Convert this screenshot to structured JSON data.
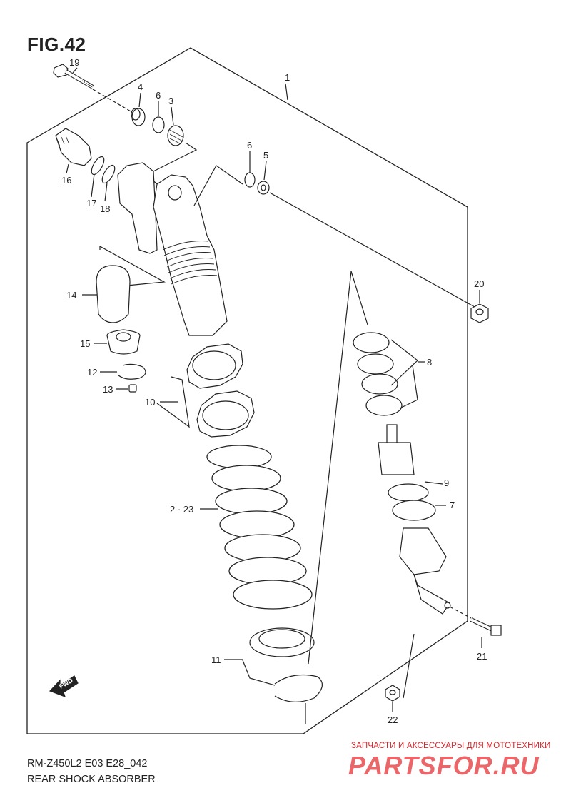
{
  "figure": {
    "title": "FIG.42"
  },
  "callouts": {
    "c1": "1",
    "c19": "19",
    "c4": "4",
    "c6a": "6",
    "c3": "3",
    "c6b": "6",
    "c5": "5",
    "c16": "16",
    "c17": "17",
    "c18": "18",
    "c20": "20",
    "c14": "14",
    "c15": "15",
    "c12": "12",
    "c13": "13",
    "c10": "10",
    "c8": "8",
    "c9": "9",
    "c7": "7",
    "c2_23": "2 · 23",
    "c11": "11",
    "c21": "21",
    "c22": "22"
  },
  "fwd_label": "FWD",
  "footer": {
    "model_code": "RM-Z450L2 E03 E28_042",
    "caption": "REAR SHOCK ABSORBER"
  },
  "watermark": {
    "tagline": "ЗАПЧАСТИ И АКСЕССУАРЫ ДЛЯ МОТОТЕХНИКИ",
    "brand": "PARTSFOR.RU",
    "color": "#e84c50"
  }
}
